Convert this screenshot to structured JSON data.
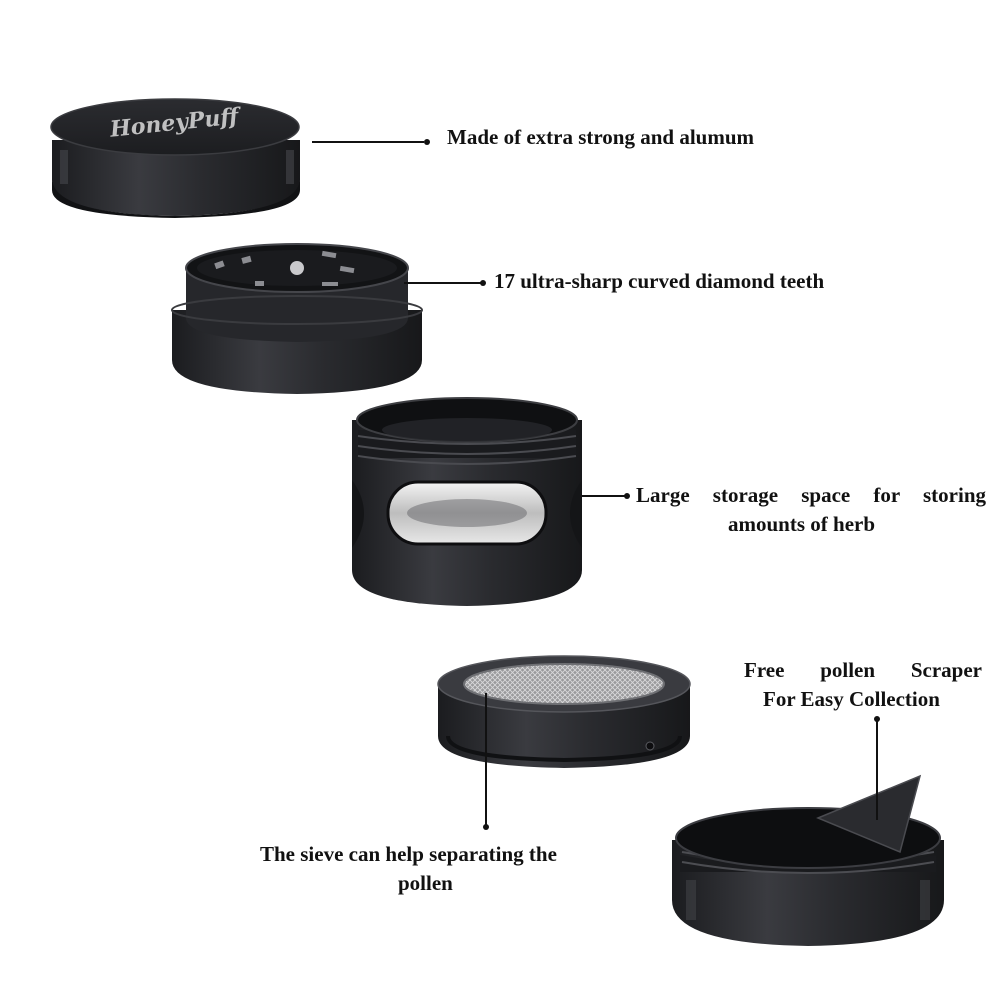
{
  "brand_logo_text": "HoneyPuff",
  "captions": {
    "lid": "Made of extra strong and alumum",
    "teeth": "17 ultra-sharp curved diamond teeth",
    "storage_line1": "Large storage space for storing",
    "storage_line2": "amounts of herb",
    "scraper_line1": "Free pollen Scraper",
    "scraper_line2": "For Easy Collection",
    "sieve_line1": "The sieve can help separating the",
    "sieve_line2": "pollen"
  },
  "colors": {
    "metal_dark": "#1f2023",
    "metal_mid": "#2d2e32",
    "metal_light": "#4a4b50",
    "caption_text": "#111111",
    "background": "#ffffff"
  }
}
